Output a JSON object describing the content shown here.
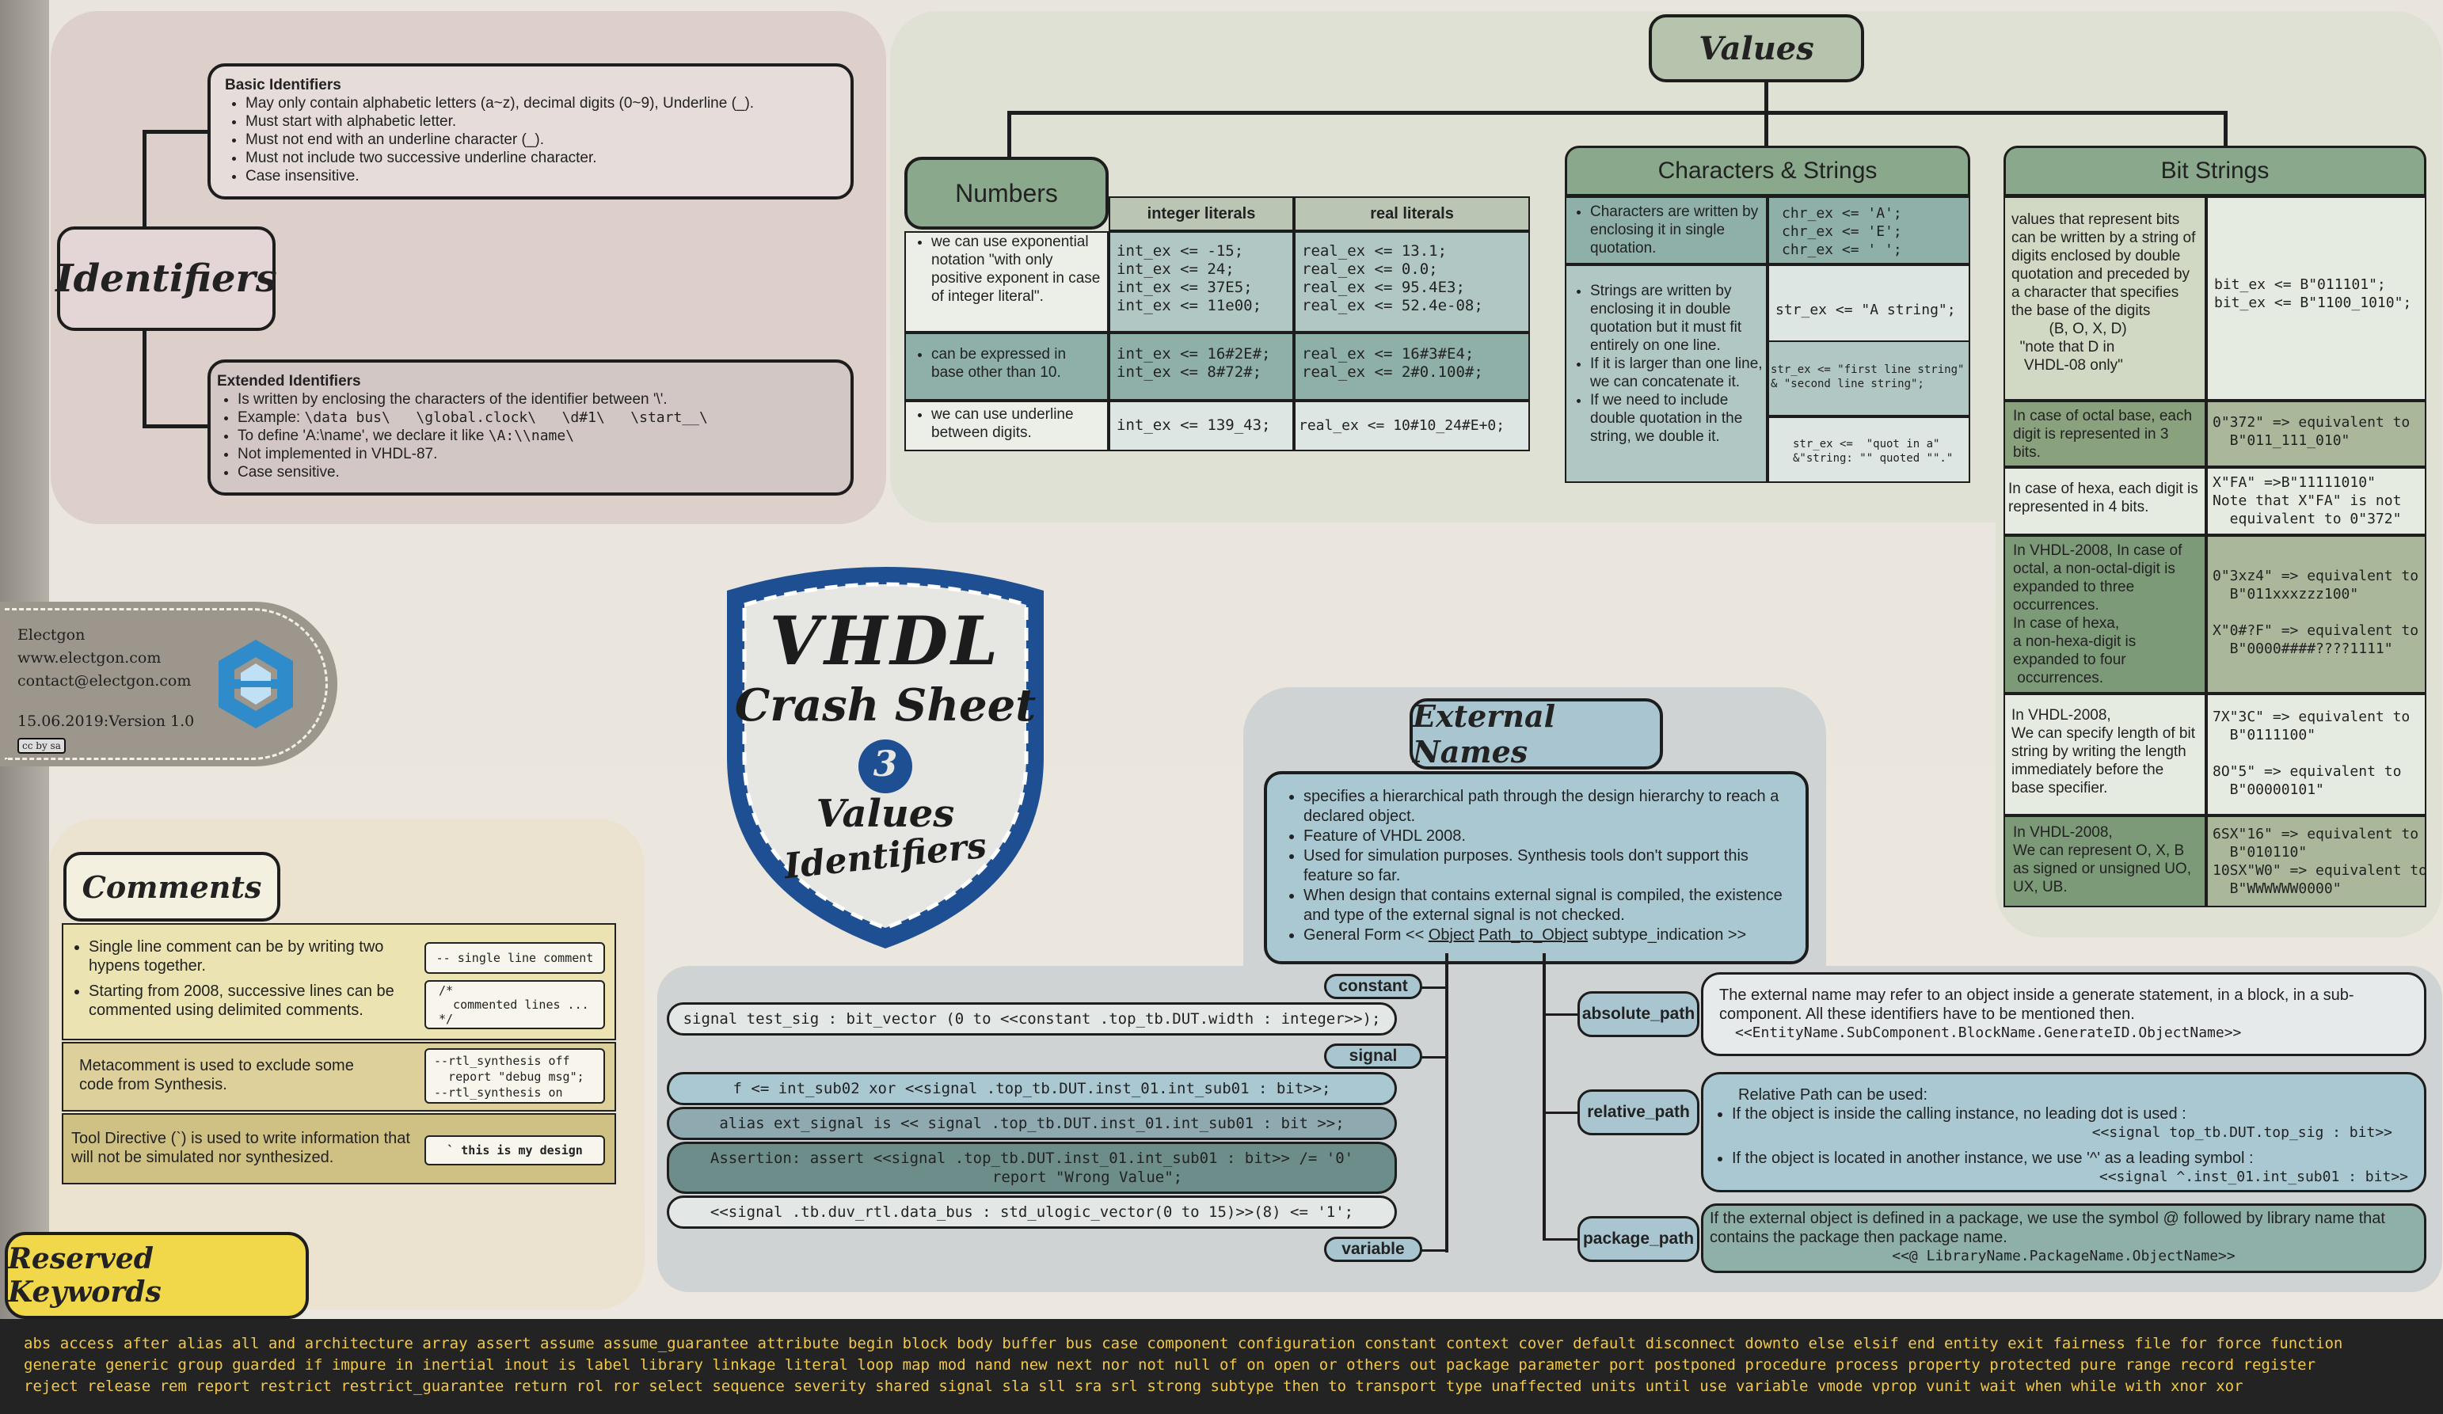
{
  "identifiers": {
    "title": "Identifiers",
    "basic": {
      "heading": "Basic Identifiers",
      "items": [
        "May only contain alphabetic letters (a~z), decimal digits (0~9), Underline (_).",
        "Must start with alphabetic letter.",
        "Must not end with an underline character (_).",
        "Must not include two successive underline character.",
        "Case insensitive."
      ]
    },
    "extended": {
      "heading": "Extended Identifiers",
      "item1": "Is written by enclosing the characters of the identifier between '\\'.",
      "item2_prefix": "Example: ",
      "item2_code": "\\data bus\\   \\global.clock\\   \\d#1\\   \\start__\\",
      "item3_prefix": "To define 'A:\\name', we declare it like ",
      "item3_code": "\\A:\\\\name\\",
      "item4": "Not implemented in VHDL-87.",
      "item5": "Case sensitive."
    }
  },
  "author": {
    "name": "Electgon",
    "site": "www.electgon.com",
    "email": "contact@electgon.com",
    "version": "15.06.2019:Version 1.0",
    "license": "cc by sa"
  },
  "badge": {
    "line1": "VHDL",
    "line2": "Crash Sheet",
    "number": "3",
    "line3": "Values",
    "line4": "Identifiers"
  },
  "comments": {
    "title": "Comments",
    "row1_a": "Single line comment can be by writing two hypens together.",
    "row1_b": "Starting from 2008, successive lines can be commented using delimited comments.",
    "code1": "-- single line comment",
    "code2": "/*\n  commented lines ...\n*/",
    "row2": "Metacomment is used to exclude some code from Synthesis.",
    "code3": "--rtl_synthesis off\n  report \"debug msg\";\n--rtl_synthesis on",
    "row3": "Tool Directive (`) is used to write information that will not be simulated nor synthesized.",
    "code4": "` this is my design"
  },
  "values": {
    "title": "Values",
    "numbers": {
      "title": "Numbers",
      "col_int": "integer literals",
      "col_real": "real literals",
      "rows": [
        {
          "desc": "we can use exponential notation \"with only positive exponent in case of integer literal\".",
          "int": "int_ex <= -15;\nint_ex <= 24;\nint_ex <= 37E5;\nint_ex <= 11e00;",
          "real": "real_ex <= 13.1;\nreal_ex <= 0.0;\nreal_ex <= 95.4E3;\nreal_ex <= 52.4e-08;"
        },
        {
          "desc": "can be expressed in base other than 10.",
          "int": "int_ex <= 16#2E#;\nint_ex <= 8#72#;",
          "real": "real_ex <= 16#3#E4;\nreal_ex <= 2#0.100#;"
        },
        {
          "desc": "we can use underline between digits.",
          "int": "int_ex <= 139_43;",
          "real": "real_ex <= 10#10_24#E+0;"
        }
      ]
    },
    "chars": {
      "title": "Characters & Strings",
      "r1_desc": "Characters are written by enclosing it in single quotation.",
      "r1_code": "chr_ex <= 'A';\nchr_ex <= 'E';\nchr_ex <= ' ';",
      "r2_desc1": "Strings are written by enclosing it in double quotation but it must fit entirely on one line.",
      "r2_desc2": "If it is larger than one line, we can concatenate it.",
      "r2_desc3": "If we need to include double quotation in the string, we double it.",
      "r2_code1": "str_ex <= \"A string\";",
      "r2_code2": "str_ex <= \"first line string\"\n& \"second line string\";",
      "r2_code3": "str_ex <=  \"quot in a\"\n&\"string: \"\" quoted \"\".\""
    },
    "bits": {
      "title": "Bit Strings",
      "rows": [
        {
          "desc": "values that represent bits can be written by a string of digits enclosed by double quotation and preceded by a character that specifies the base of the digits\n         (B, O, X, D)\n  \"note that D in\n   VHDL-08 only\"",
          "code": "bit_ex <= B\"011101\";\nbit_ex <= B\"1100_1010\";"
        },
        {
          "desc": "In case of octal base, each digit is represented in 3 bits.",
          "code": "0\"372\" => equivalent to\n  B\"011_111_010\""
        },
        {
          "desc": "In case of hexa, each digit is represented in 4 bits.",
          "code": "X\"FA\" =>B\"11111010\"\nNote that X\"FA\" is not\n  equivalent to 0\"372\""
        },
        {
          "desc": "In VHDL-2008, In case of octal, a non-octal-digit is expanded to three occurrences.\nIn case of hexa,\na non-hexa-digit is expanded to four\n occurrences.",
          "code": "0\"3xz4\" => equivalent to\n  B\"011xxxzzz100\"\n\nX\"0#?F\" => equivalent to\n  B\"0000####????1111\""
        },
        {
          "desc": "In VHDL-2008,\nWe can specify length of bit string by writing the length immediately before the base specifier.",
          "code": "7X\"3C\" => equivalent to\n  B\"0111100\"\n\n8O\"5\" => equivalent to\n  B\"00000101\""
        },
        {
          "desc": "In VHDL-2008,\nWe can represent O, X, B as signed or unsigned UO, UX, UB.",
          "code": "6SX\"16\" => equivalent to\n  B\"010110\"\n10SX\"W0\" => equivalent to\n  B\"WWWWWW0000\""
        }
      ]
    }
  },
  "external": {
    "title": "External Names",
    "items": [
      "specifies a hierarchical path through the design hierarchy to reach a declared object.",
      "Feature of VHDL 2008.",
      "Used for simulation purposes. Synthesis tools don't support this feature so far.",
      "When design that contains external signal is compiled, the existence and type of the external signal is not checked."
    ],
    "general_prefix": "General Form << ",
    "general_obj": "Object",
    "general_path": "Path_to_Object",
    "general_suffix": " subtype_indication >>",
    "kinds": {
      "constant": "constant",
      "signal": "signal",
      "variable": "variable"
    },
    "examples": {
      "c1": "signal test_sig : bit_vector (0 to <<constant .top_tb.DUT.width : integer>>);",
      "s1": "f <= int_sub02 xor <<signal .top_tb.DUT.inst_01.int_sub01 : bit>>;",
      "s2": "alias ext_signal is << signal .top_tb.DUT.inst_01.int_sub01 : bit >>;",
      "s3a": "Assertion: assert <<signal .top_tb.DUT.inst_01.int_sub01 : bit>> /= '0'",
      "s3b": "report \"Wrong Value\";",
      "v1": "<<signal .tb.duv_rtl.data_bus : std_ulogic_vector(0 to 15)>>(8) <= '1';"
    },
    "abs": {
      "label": "absolute_path",
      "text": "The external name may refer to an object inside a generate statement, in a block, in a sub-component. All these identifiers have to be mentioned then.",
      "code": "<<EntityName.SubComponent.BlockName.GenerateID.ObjectName>>"
    },
    "rel": {
      "label": "relative_path",
      "t1": "Relative Path can be used:",
      "t2": "If the object is inside the calling instance, no leading dot is used :",
      "c1": "<<signal top_tb.DUT.top_sig : bit>>",
      "t3": "If the object is located in another instance, we use '^' as a leading symbol :",
      "c2": "<<signal ^.inst_01.int_sub01 : bit>>"
    },
    "pkg": {
      "label": "package_path",
      "text": "If the external object is defined in a package, we use the symbol @ followed by library name that contains the package then package name.",
      "code": "<<@ LibraryName.PackageName.ObjectName>>"
    }
  },
  "reserved": {
    "title": "Reserved Keywords",
    "line1": "abs access after alias all and architecture array assert assume assume_guarantee attribute begin block body buffer bus case component configuration constant context cover default disconnect downto else elsif end entity exit fairness file for force function",
    "line2": "generate generic group guarded if impure in inertial inout is label library linkage literal loop map mod nand new next nor not null of on open or others out package parameter port postponed procedure process property protected pure range record register",
    "line3": "reject release rem report restrict restrict_guarantee return rol ror select sequence severity shared signal sla sll sra srl strong subtype then to transport type unaffected units until use variable vmode vprop vunit wait when while with xnor xor"
  },
  "colors": {
    "numbers_head": "#8aa88c",
    "chars_teal": "#8fb0aa",
    "bits_green": "#7d9a78",
    "external_blue": "#a9c8d2",
    "comments_yellow": "#ece3b2",
    "reserved_yellow": "#f1d74a"
  }
}
